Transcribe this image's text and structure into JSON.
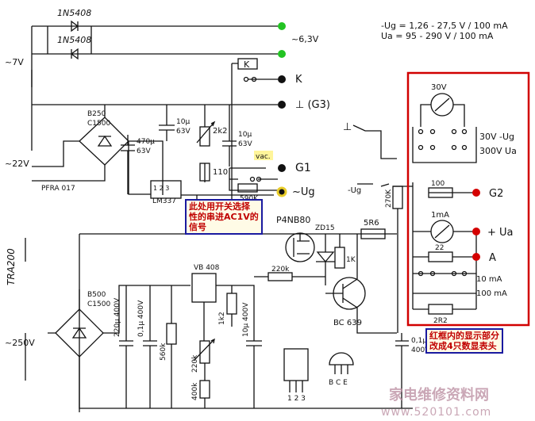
{
  "spec_lines": [
    "-Ug = 1,26 - 27,5 V / 100 mA",
    "Ua = 95 - 290 V / 100 mA"
  ],
  "labels": {
    "diode1": "1N5408",
    "diode2": "1N5408",
    "ac7": "~7V",
    "ac63": "~6,3V",
    "relay": "K",
    "k_out": "K",
    "g3": "⊥ (G3)",
    "bridge1_line1": "B250",
    "bridge1_line2": "C1500",
    "ac22": "~22V",
    "fuse": "PFRA 017",
    "cap470_1": "470µ",
    "cap470_2": "63V",
    "cap10_1": "10µ",
    "cap10_2": "63V",
    "pot2k2": "2k2",
    "r110": "110",
    "reg": "LM337",
    "reg_pins": "1  2  3",
    "cap10b_1": "10µ",
    "cap10b_2": "63V",
    "vac": "vac.",
    "g1": "G1",
    "r590": "590K",
    "minus_ug": "~Ug",
    "tra": "TRA200",
    "bridge2_line1": "B500",
    "bridge2_line2": "C1500",
    "ac250": "~250V",
    "cap220": "220µ 400V",
    "cap01": "0,1µ 400V",
    "r560": "560k",
    "vb": "VB 408",
    "r1k2": "1k2",
    "pot220": "220k",
    "r400": "400k",
    "cap10c": "10µ 400V",
    "r220k": "220k",
    "mosfet": "P4NB80",
    "zd": "ZD15",
    "r5r6": "5R6",
    "r1k": "1K",
    "transistor": "BC 639",
    "r270k": "270K",
    "cap_out_1": "0,1µ",
    "cap_out_2": "400V",
    "gnd_top": "⊥",
    "minus_ug2": "-Ug",
    "meter_v": "30V",
    "sel_30v": "30V  -Ug",
    "sel_300v": "300V  Ua",
    "r100": "100",
    "g2": "G2",
    "meter_ma": "1mA",
    "plus_ua": "+ Ua",
    "r22": "22",
    "a": "A",
    "r10ma": "10 mA",
    "r100ma": "100 mA",
    "r2r2": "2R2",
    "pkg1": "1 2 3",
    "pkg2": "B C E"
  },
  "notes": {
    "left": [
      "此处用开关选择",
      "性的串进AC1V的",
      "信号"
    ],
    "right": [
      "红框内的显示部分",
      "改成4只数显表头"
    ]
  },
  "watermark": {
    "text1": "家电维修资料网",
    "text2": "www.520101.com"
  },
  "colors": {
    "terminal_green": "#22c322",
    "terminal_red": "#d40000",
    "box_red": "#d10000",
    "note_border": "#1a1aa0"
  }
}
